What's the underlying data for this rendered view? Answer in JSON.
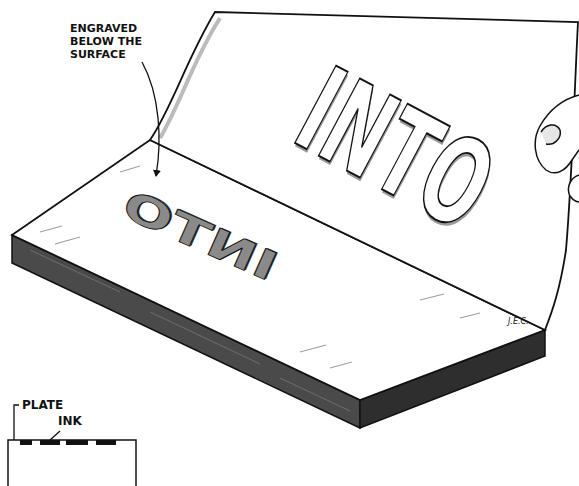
{
  "diagram": {
    "labels": [
      "ENGRAVED BELOW THE SURFACE",
      "INTO",
      "INTO",
      "PLATE",
      "INK",
      "J.E.C."
    ]
  }
}
